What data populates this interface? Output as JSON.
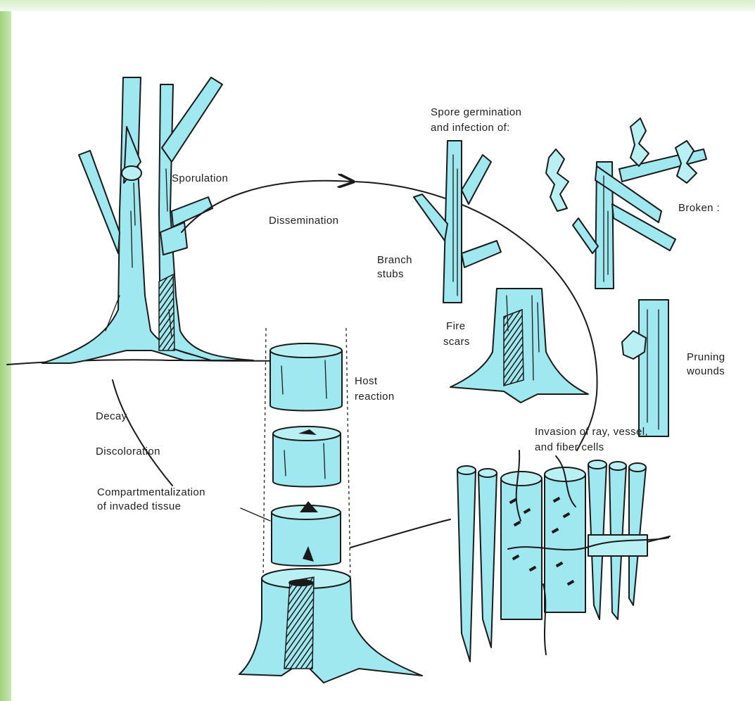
{
  "labels": {
    "sporulation": "Sporulation",
    "dissemination": "Dissemination",
    "spore_line1": "Spore germination",
    "spore_line2": "and infection of:",
    "broken": "Broken :",
    "branch1": "Branch",
    "branch2": "stubs",
    "fire1": "Fire",
    "fire2": "scars",
    "pruning1": "Pruning",
    "pruning2": "wounds",
    "host1": "Host",
    "host2": "reaction",
    "decay": "Decay",
    "discoloration": "Discoloration",
    "compart1": "Compartmentalization",
    "compart2": "of invaded tissue",
    "invasion1": "Invasion of ray, vessel,",
    "invasion2": "and fiber cells"
  },
  "colors": {
    "wood_fill": "#9fe8ef",
    "ink": "#1a1a1a",
    "accent_bar": "#9fd27a"
  }
}
